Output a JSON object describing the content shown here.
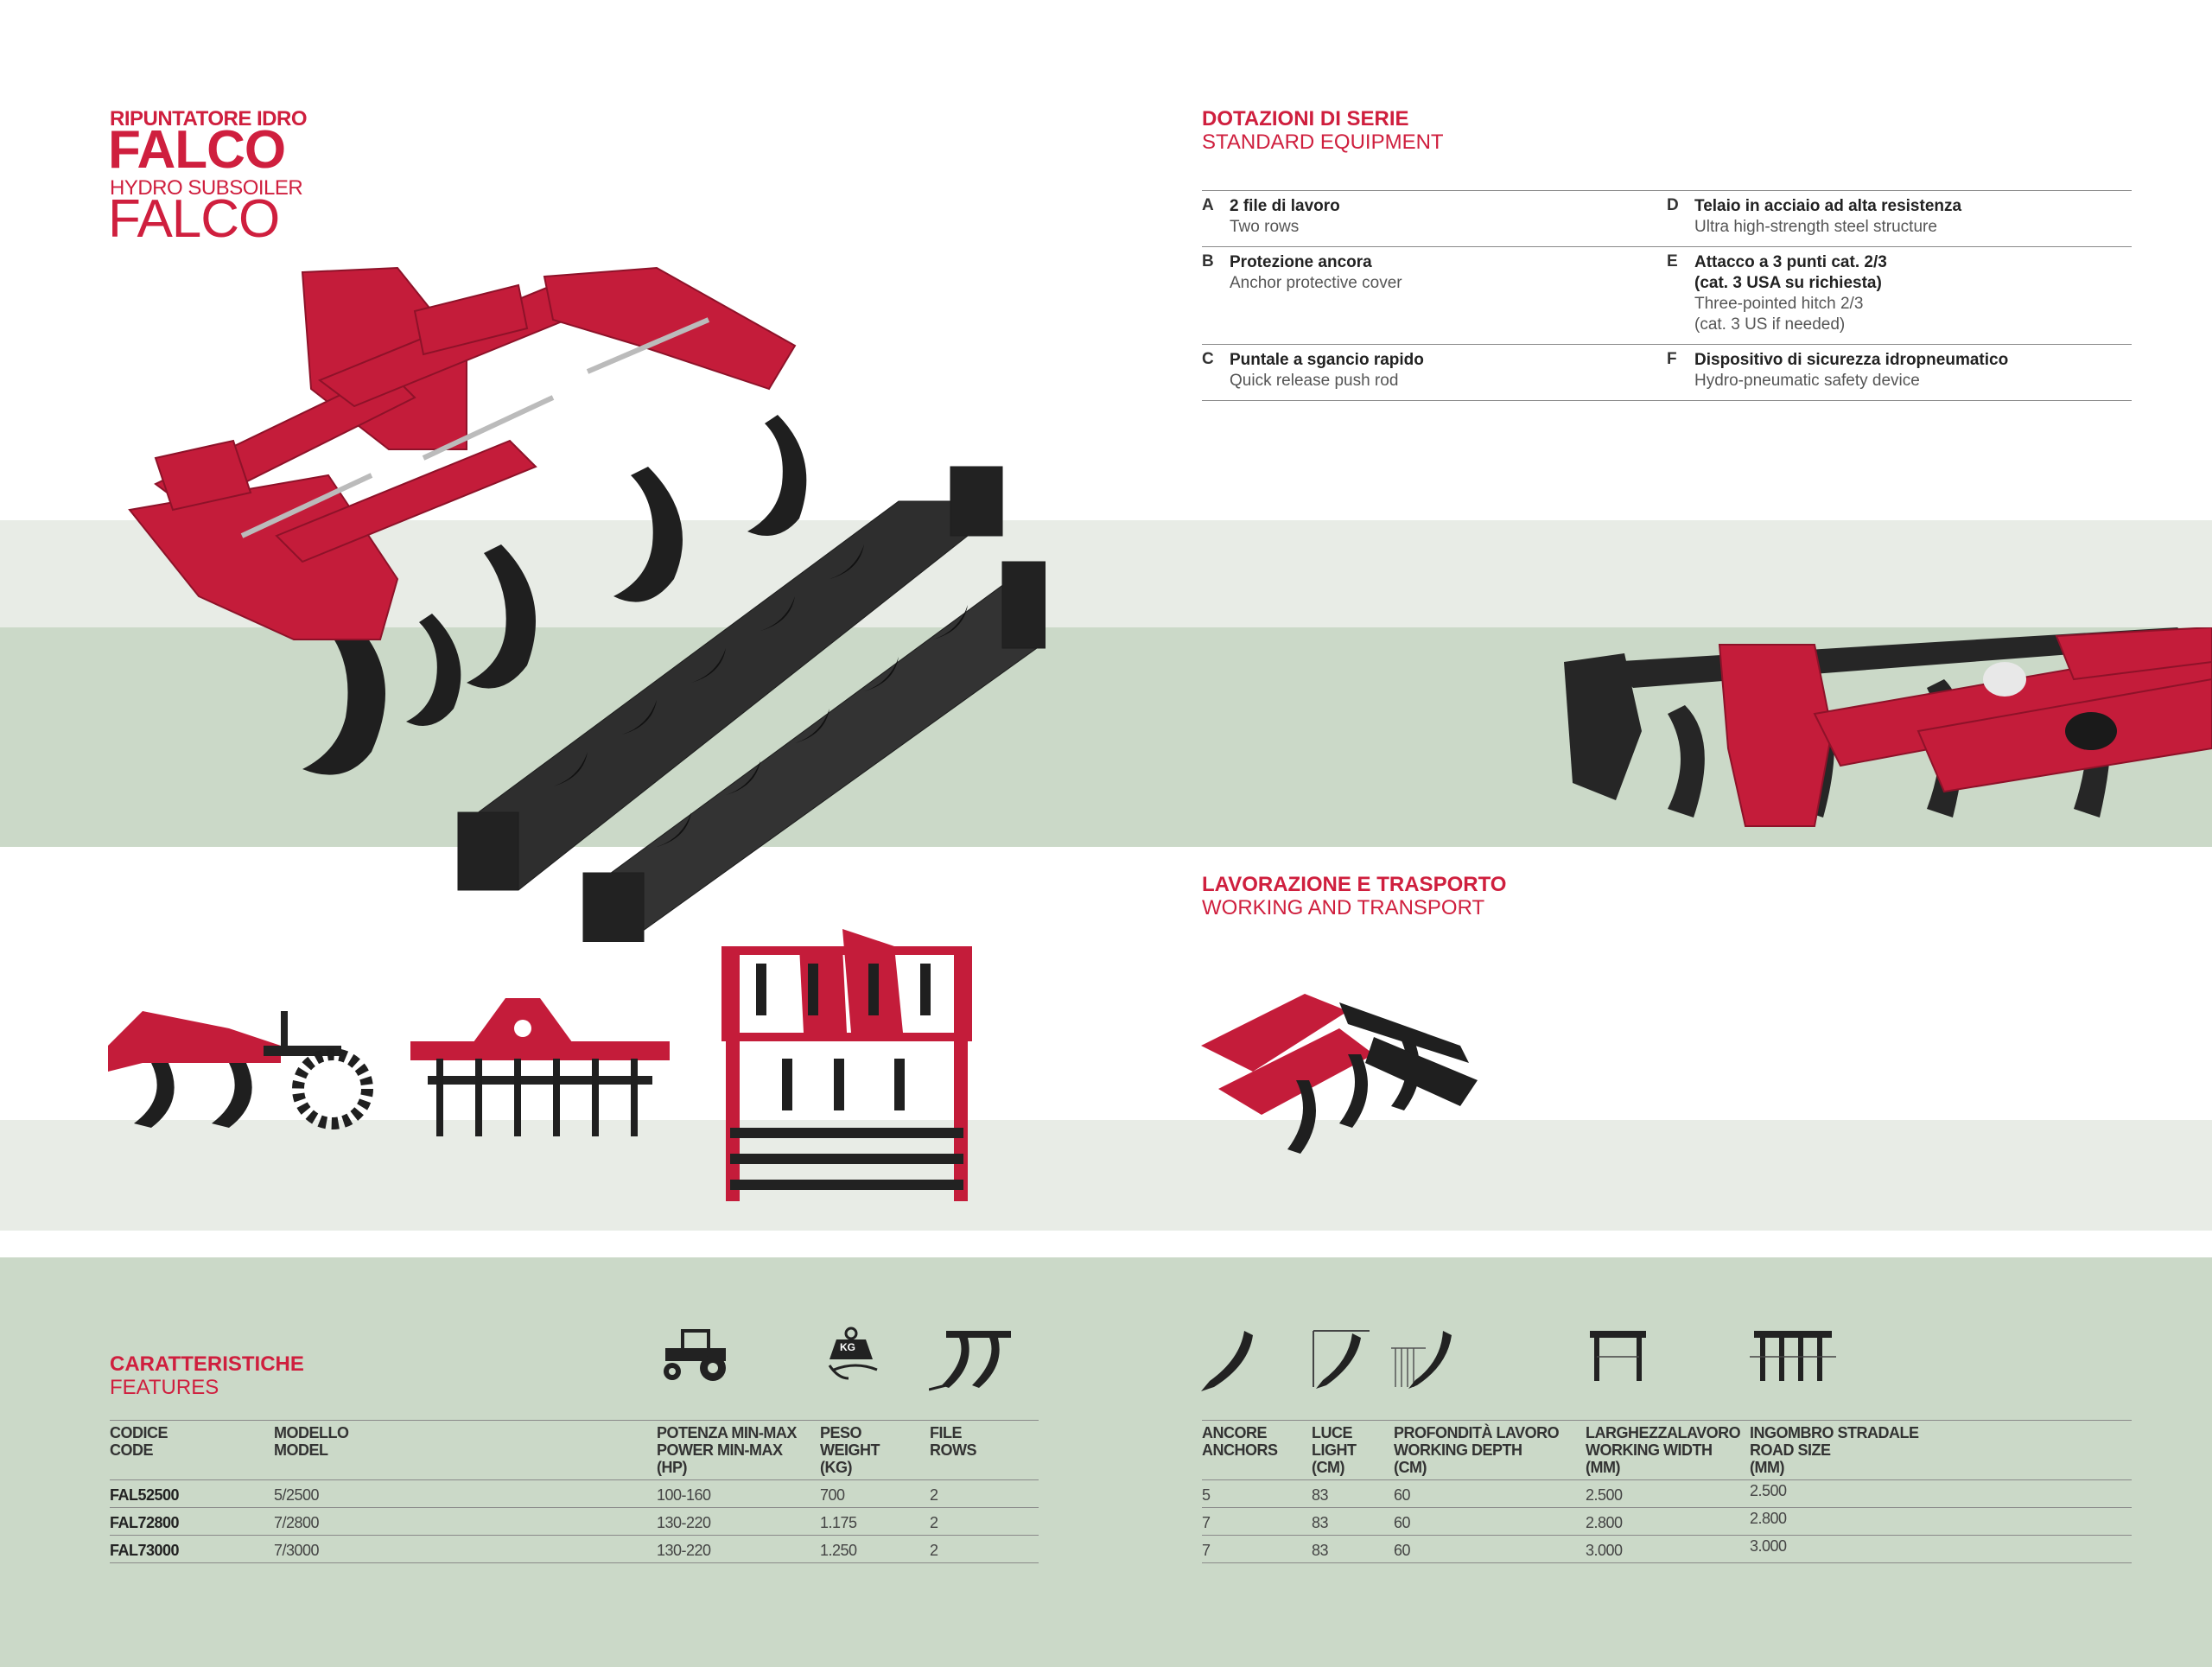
{
  "title": {
    "it_small": "RIPUNTATORE IDRO",
    "it_big": "FALCO",
    "en_small": "HYDRO SUBSOILER",
    "en_big": "FALCO"
  },
  "standard_equipment": {
    "heading_it": "DOTAZIONI DI SERIE",
    "heading_en": "STANDARD EQUIPMENT",
    "items": [
      {
        "letter": "A",
        "it": "2 file di lavoro",
        "en": "Two rows"
      },
      {
        "letter": "D",
        "it": "Telaio in acciaio ad alta resistenza",
        "en": "Ultra high-strength steel structure"
      },
      {
        "letter": "B",
        "it": "Protezione ancora",
        "en": "Anchor protective cover"
      },
      {
        "letter": "E",
        "it": "Attacco a 3 punti cat. 2/3",
        "it2": "(cat. 3 USA su richiesta)",
        "en": "Three-pointed hitch 2/3",
        "en2": "(cat. 3 US if needed)"
      },
      {
        "letter": "C",
        "it": "Puntale a sgancio rapido",
        "en": "Quick release push rod"
      },
      {
        "letter": "F",
        "it": "Dispositivo di sicurezza idropneumatico",
        "en": "Hydro-pneumatic safety device"
      }
    ]
  },
  "working_transport": {
    "heading_it": "LAVORAZIONE E TRASPORTO",
    "heading_en": "WORKING AND TRANSPORT"
  },
  "features": {
    "heading_it": "CARATTERISTICHE",
    "heading_en": "FEATURES",
    "left_headers": [
      {
        "l1": "CODICE",
        "l2": "CODE",
        "l3": ""
      },
      {
        "l1": "MODELLO",
        "l2": "MODEL",
        "l3": ""
      },
      {
        "l1": "POTENZA MIN-MAX",
        "l2": "POWER MIN-MAX",
        "l3": "(HP)"
      },
      {
        "l1": "PESO",
        "l2": "WEIGHT",
        "l3": "(KG)"
      },
      {
        "l1": "FILE",
        "l2": "ROWS",
        "l3": ""
      }
    ],
    "right_headers": [
      {
        "l1": "ANCORE",
        "l2": "ANCHORS",
        "l3": ""
      },
      {
        "l1": "LUCE",
        "l2": "LIGHT",
        "l3": "(CM)"
      },
      {
        "l1": "PROFONDITÀ LAVORO",
        "l2": "WORKING DEPTH",
        "l3": "(CM)"
      },
      {
        "l1": "LARGHEZZALAVORO",
        "l2": "WORKING WIDTH",
        "l3": "(MM)"
      },
      {
        "l1": "INGOMBRO STRADALE",
        "l2": "ROAD SIZE",
        "l3": "(MM)"
      }
    ],
    "weight_icon_label": "KG",
    "rows": [
      {
        "code": "FAL52500",
        "model": "5/2500",
        "power": "100-160",
        "weight": "700",
        "rows": "2",
        "anchors": "5",
        "light": "83",
        "depth": "60",
        "width": "2.500",
        "road": "2.500"
      },
      {
        "code": "FAL72800",
        "model": "7/2800",
        "power": "130-220",
        "weight": "1.175",
        "rows": "2",
        "anchors": "7",
        "light": "83",
        "depth": "60",
        "width": "2.800",
        "road": "2.800"
      },
      {
        "code": "FAL73000",
        "model": "7/3000",
        "power": "130-220",
        "weight": "1.250",
        "rows": "2",
        "anchors": "7",
        "light": "83",
        "depth": "60",
        "width": "3.000",
        "road": "3.000"
      }
    ]
  },
  "colors": {
    "brand_red": "#cf1f3e",
    "band_green": "#cbd9c8",
    "band_light": "#e8ece6",
    "frame_black": "#2b2b2b"
  }
}
